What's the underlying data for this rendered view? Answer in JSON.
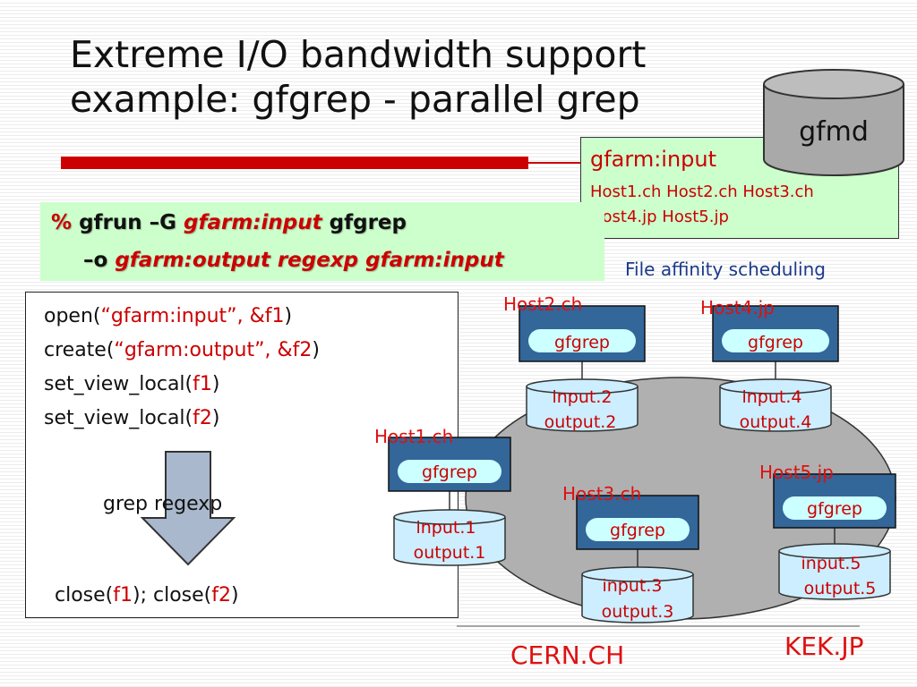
{
  "title": {
    "line1": "Extreme I/O bandwidth support",
    "line2": "example: gfgrep - parallel grep"
  },
  "gfmd": {
    "label": "gfmd"
  },
  "input_box": {
    "heading": "gfarm:input",
    "line1": "Host1.ch Host2.ch Host3.ch",
    "line2": "Host4.jp Host5.jp"
  },
  "command": {
    "prompt": "%",
    "cmd1": "gfrun –G",
    "arg1": "gfarm:input",
    "prog": "gfgrep",
    "opt": "–o",
    "arg2": "gfarm:output",
    "arg3": "regexp",
    "arg4": "gfarm:input"
  },
  "affinity_label": "File affinity scheduling",
  "code": {
    "open_pre": "open(",
    "open_arg": "“gfarm:input”, &f1",
    "open_post": ")",
    "create_pre": "create(",
    "create_arg": "“gfarm:output”, &f2",
    "create_post": ")",
    "svl1_pre": "set_view_local(",
    "svl1_arg": "f1",
    "svl1_post": ")",
    "svl2_pre": "set_view_local(",
    "svl2_arg": "f2",
    "svl2_post": ")",
    "grep": "grep regexp",
    "close_pre": "close(",
    "close_arg1": "f1",
    "close_mid": "); close(",
    "close_arg2": "f2",
    "close_post": ")"
  },
  "hosts": [
    {
      "name": "Host1.ch",
      "proc": "gfgrep",
      "in": "input.1",
      "out": "output.1"
    },
    {
      "name": "Host2.ch",
      "proc": "gfgrep",
      "in": "input.2",
      "out": "output.2"
    },
    {
      "name": "Host3.ch",
      "proc": "gfgrep",
      "in": "input.3",
      "out": "output.3"
    },
    {
      "name": "Host4.jp",
      "proc": "gfgrep",
      "in": "input.4",
      "out": "output.4"
    },
    {
      "name": "Host5.jp",
      "proc": "gfgrep",
      "in": "input.5",
      "out": "output.5"
    }
  ],
  "domains": {
    "left": "CERN.CH",
    "right": "KEK.JP"
  },
  "colors": {
    "accent_red": "#cc0000",
    "host_box": "#336699",
    "pill": "#ccffff",
    "cylinder": "#cceeff",
    "oval": "#b0b0b0",
    "green_box": "#ccffcc"
  }
}
